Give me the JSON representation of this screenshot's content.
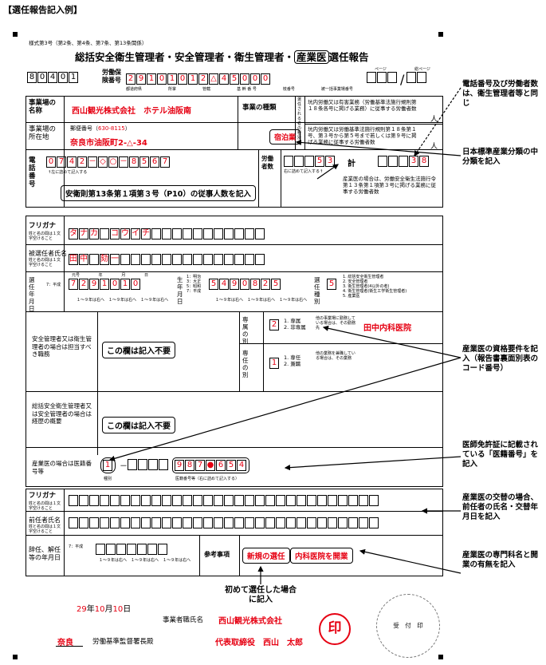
{
  "heading": "【選任報告記入例】",
  "form_code": "様式第3号（第2条、第4条、第7条、第13条関係）",
  "title_main": "総括安全衛生管理者・安全管理者・衛生管理者・",
  "title_boxed": "産業医",
  "title_tail": "選任報告",
  "office_code": [
    "8",
    "0",
    "4",
    "0",
    "1"
  ],
  "insurance_label": "労働保険番号",
  "insurance_digits": [
    "2",
    "9",
    "1",
    "0",
    "1",
    "0",
    "1",
    "2",
    "△",
    "4",
    "5",
    "0",
    "0",
    "0"
  ],
  "insurance_sub": [
    "都道府県",
    "所掌",
    "管轄",
    "基 幹 番 号",
    "枝番号",
    "被一括事業場番号"
  ],
  "page_label": "ページ",
  "total_page_label": "総ページ",
  "workplace_name_label": "事業場の名称",
  "workplace_name": "西山観光株式会社　ホテル油阪南",
  "business_type_label": "事業の種類",
  "business_type": "宿泊業",
  "industry_side_label": "選任される者の種別",
  "industry_text1": "坑内労働又は有害業務（労働基準法施行規則第１８条各号に掲げる業務）に従事する労働者数",
  "industry_text2": "坑内労働又は労働基準法施行規則第１８条第１号、第３号から第５号まで若しくは第９号に掲げる業務に従事する労働者数",
  "unit_person": "人",
  "address_label": "事業場の所在地",
  "postal_label": "郵便番号（",
  "postal_value": "630-8115",
  "postal_close": "）",
  "address_value": "奈良市油阪町2-△-34",
  "phone_label": "電話番号",
  "phone_digits": [
    "0",
    "7",
    "4",
    "2",
    "－",
    "◇",
    "○",
    "－",
    "8",
    "5",
    "6",
    "7"
  ],
  "phone_note": "↑左に詰めて記入する",
  "workers_label": "労働者数",
  "workers_digits": [
    "",
    "",
    "",
    "5",
    "3"
  ],
  "workers_note": "右に詰めて記入する↑",
  "total_label": "計",
  "total_digits": [
    "",
    "",
    "",
    "3",
    "8"
  ],
  "sangyoi_note": "産業医の場合は、労働安全衛生法施行令第１３条第１項第３号に掲げる業務に従事する労働者数",
  "workers_callout": "安衛則第13条第１項第３号（P10）の従事人数を記入",
  "furigana_label": "フリガナ",
  "furigana_sub": "姓と名の間は１文字空けること",
  "furigana_chars": [
    "タ",
    "ナ",
    "カ",
    "",
    "コ",
    "ウ",
    "イ",
    "チ"
  ],
  "name_label": "被選任者氏名",
  "name_sub": "姓と名の間は１文字空けること",
  "name_chars": [
    "田",
    "中",
    "",
    "劾",
    "一"
  ],
  "appoint_date_label": "選任年月日",
  "era_note": "7：平成",
  "appoint_digits": [
    "7",
    "2",
    "9",
    "1",
    "0",
    "1",
    "0"
  ],
  "appoint_sub": "１〜９年は右へ",
  "year_label": "元号",
  "y": "年",
  "m": "月",
  "d": "日",
  "birth_label": "生年月日",
  "birth_eras": [
    "1：明治",
    "3：大正",
    "5：昭和",
    "7：平成"
  ],
  "birth_digits": [
    "5",
    "4",
    "9",
    "0",
    "8",
    "2",
    "5"
  ],
  "kind_label": "選任種別",
  "kind_value": "5",
  "kind_options": [
    "1. 総括安全衛生管理者",
    "2. 安全管理者",
    "3. 衛生管理者(4以外の者)",
    "4. 衛生管理者(衛生工学衛生管理者)",
    "5. 産業医"
  ],
  "safety_label": "安全管理者又は衛生管理者の場合は担当すべき職務",
  "not_required": "この欄は記入不要",
  "specialty_label": "専属の別",
  "specialty_value": "2",
  "specialty_opts": [
    "1. 専属",
    "2. 非専属"
  ],
  "other_affil": "他の事業場に勤務している場合は、その勤務先",
  "other_affil_value": "田中内科医院",
  "fulltime_label": "専任の別",
  "fulltime_value": "1",
  "fulltime_opts": [
    "1. 専任",
    "2. 兼職"
  ],
  "other_duty": "他の業務を兼職している場合は、その業務",
  "general_label": "総括安全衛生管理者又は安全管理者の場合は経歴の概要",
  "doctor_label": "産業医の場合は医籍番号等",
  "doctor_kind": "1",
  "doctor_kind_sub": "種別",
  "doctor_digits": [
    "9",
    "8",
    "7",
    "●",
    "6",
    "5",
    "4"
  ],
  "doctor_sub": "医籍番号等（右に詰めて記入する）",
  "prev_furigana_label": "フリガナ",
  "prev_name_label": "前任者氏名",
  "resign_label": "辞任、解任等の年月日",
  "remarks_label": "参考事項",
  "remarks_1": "新規の選任",
  "remarks_2": "内科医院を開業",
  "first_note": "初めて選任した場合に記入",
  "date_year": "29",
  "date_month": "10",
  "date_day": "10",
  "employer_label": "事業者職氏名",
  "employer_company": "西山観光株式会社",
  "employer_rep": "代表取締役　西山　太郎",
  "seal": "印",
  "office_pref": "奈良",
  "office_suffix": "労働基準監督署長殿",
  "receipt": "受　付　印",
  "note_phone": "電話番号及び労働者数は、衛生管理者等と同じ",
  "note_industry": "日本標準産業分類の中分類を記入",
  "note_qual": "産業医の資格要件を記入（報告書裏面別表のコード番号）",
  "note_license": "医師免許証に記載されている「医籍番号」を記入",
  "note_replace": "産業医の交替の場合、前任者の氏名・交替年月日を記入",
  "note_specialty": "産業医の専門科名と開業の有無を記入"
}
